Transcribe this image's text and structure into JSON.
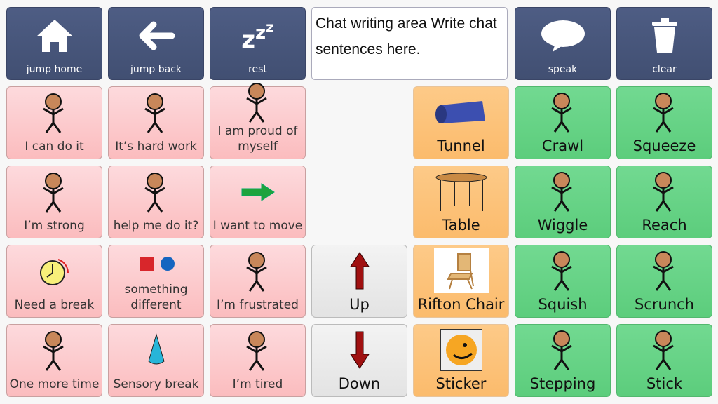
{
  "chat": {
    "text": "Chat writing area Write chat sentences here."
  },
  "cells": [
    {
      "row": 0,
      "col": 0,
      "style": "nav",
      "label": "jump home",
      "icon": "home-icon"
    },
    {
      "row": 0,
      "col": 1,
      "style": "nav",
      "label": "jump back",
      "icon": "arrow-left-icon"
    },
    {
      "row": 0,
      "col": 2,
      "style": "nav",
      "label": "rest",
      "icon": "zzz-icon"
    },
    {
      "row": 0,
      "col": 5,
      "style": "nav",
      "label": "speak",
      "icon": "speech-bubble-icon"
    },
    {
      "row": 0,
      "col": 6,
      "style": "nav",
      "label": "clear",
      "icon": "trash-icon"
    },
    {
      "row": 1,
      "col": 0,
      "style": "pink",
      "label": "I can do it",
      "icon": "thumbs-up-person-icon"
    },
    {
      "row": 1,
      "col": 1,
      "style": "pink",
      "label": "It’s hard work",
      "icon": "weightlifter-icon"
    },
    {
      "row": 1,
      "col": 2,
      "style": "pink",
      "label": "I am proud of myself",
      "icon": "proud-person-icon"
    },
    {
      "row": 1,
      "col": 4,
      "style": "orange",
      "label": "Tunnel",
      "icon": "tunnel-icon"
    },
    {
      "row": 1,
      "col": 5,
      "style": "green",
      "label": "Crawl",
      "icon": "crawl-icon"
    },
    {
      "row": 1,
      "col": 6,
      "style": "green",
      "label": "Squeeze",
      "icon": "squeeze-icon"
    },
    {
      "row": 2,
      "col": 0,
      "style": "pink",
      "label": "I’m strong",
      "icon": "strong-person-icon"
    },
    {
      "row": 2,
      "col": 1,
      "style": "pink",
      "label": "help me do it?",
      "icon": "help-icon"
    },
    {
      "row": 2,
      "col": 2,
      "style": "pink",
      "label": "I want to move",
      "icon": "green-arrow-right-icon"
    },
    {
      "row": 2,
      "col": 4,
      "style": "orange",
      "label": "Table",
      "icon": "table-icon"
    },
    {
      "row": 2,
      "col": 5,
      "style": "green",
      "label": "Wiggle",
      "icon": "wiggle-icon"
    },
    {
      "row": 2,
      "col": 6,
      "style": "green",
      "label": "Reach",
      "icon": "reach-icon"
    },
    {
      "row": 3,
      "col": 0,
      "style": "pink",
      "label": "Need a break",
      "icon": "timer-icon"
    },
    {
      "row": 3,
      "col": 1,
      "style": "pink",
      "label": "something different",
      "icon": "shapes-icon"
    },
    {
      "row": 3,
      "col": 2,
      "style": "pink",
      "label": "I’m frustrated",
      "icon": "frustrated-face-icon"
    },
    {
      "row": 3,
      "col": 3,
      "style": "grey",
      "label": "Up",
      "icon": "arrow-up-icon"
    },
    {
      "row": 3,
      "col": 4,
      "style": "orange",
      "label": "Rifton Chair",
      "icon": "chair-photo-icon"
    },
    {
      "row": 3,
      "col": 5,
      "style": "green",
      "label": "Squish",
      "icon": "squish-icon"
    },
    {
      "row": 3,
      "col": 6,
      "style": "green",
      "label": "Scrunch",
      "icon": "scrunch-icon"
    },
    {
      "row": 4,
      "col": 0,
      "style": "pink",
      "label": "One more time",
      "icon": "one-more-icon"
    },
    {
      "row": 4,
      "col": 1,
      "style": "pink",
      "label": "Sensory break",
      "icon": "sensory-icon"
    },
    {
      "row": 4,
      "col": 2,
      "style": "pink",
      "label": "I’m tired",
      "icon": "tired-person-icon"
    },
    {
      "row": 4,
      "col": 3,
      "style": "grey",
      "label": "Down",
      "icon": "arrow-down-icon"
    },
    {
      "row": 4,
      "col": 4,
      "style": "orange",
      "label": "Sticker",
      "icon": "sticker-icon"
    },
    {
      "row": 4,
      "col": 5,
      "style": "green",
      "label": "Stepping",
      "icon": "stepping-icon"
    },
    {
      "row": 4,
      "col": 6,
      "style": "green",
      "label": "Stick",
      "icon": "stick-icon"
    }
  ]
}
